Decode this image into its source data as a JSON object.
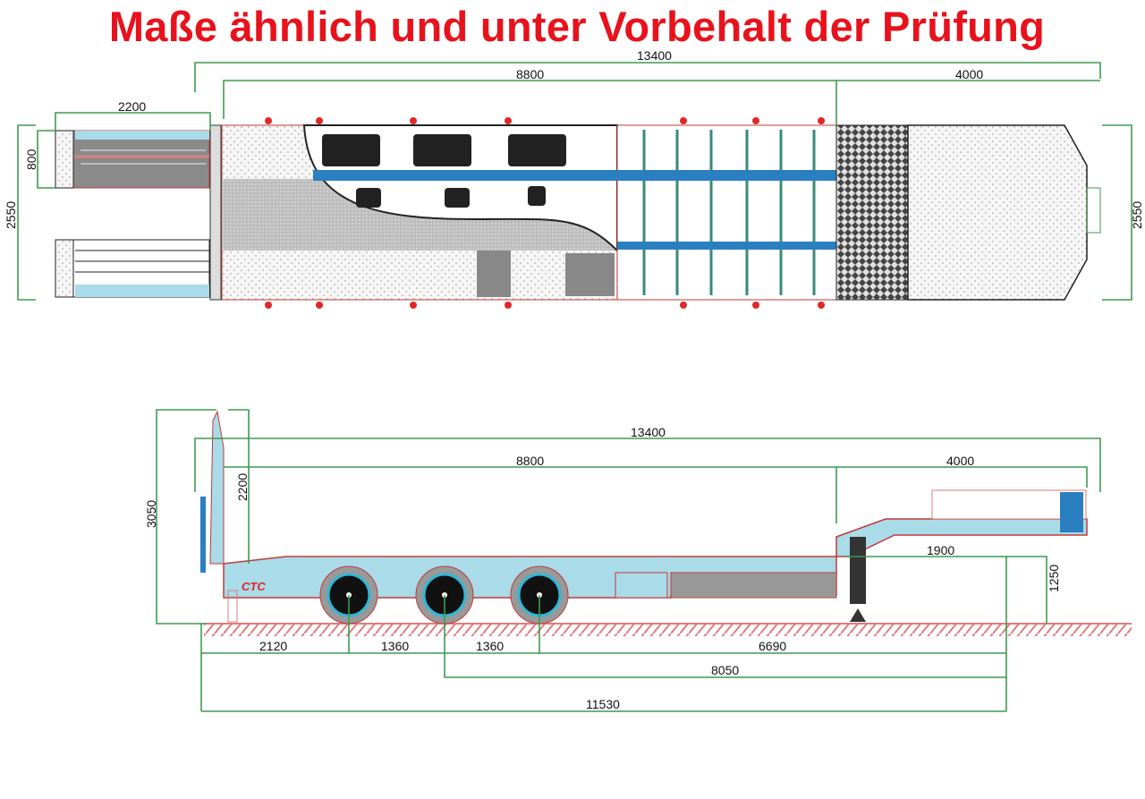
{
  "title": "Maße ähnlich und unter Vorbehalt der Prüfung",
  "top_view": {
    "overall_length": "13400",
    "deck_length": "8800",
    "gooseneck_length": "4000",
    "ramp_length": "2200",
    "ramp_width": "800",
    "width_left": "2550",
    "width_right": "2550"
  },
  "side_view": {
    "overall_length": "13400",
    "deck_length": "8800",
    "gooseneck_length": "4000",
    "overall_height": "3050",
    "ramp_height": "2200",
    "kingpin_offset": "1900",
    "fifth_wheel_height": "1250",
    "rear_to_axle1": "2120",
    "axle_spacing_1": "1360",
    "axle_spacing_2": "1360",
    "axle3_to_kingpin": "6690",
    "axle2_to_kingpin": "8050",
    "rear_to_kingpin": "11530"
  },
  "colors": {
    "title": "#e8121c",
    "dimension": "#3f9a4f",
    "frame": "#a9dbe8",
    "beam": "#2a7fc0",
    "outline": "#c23a3a"
  }
}
